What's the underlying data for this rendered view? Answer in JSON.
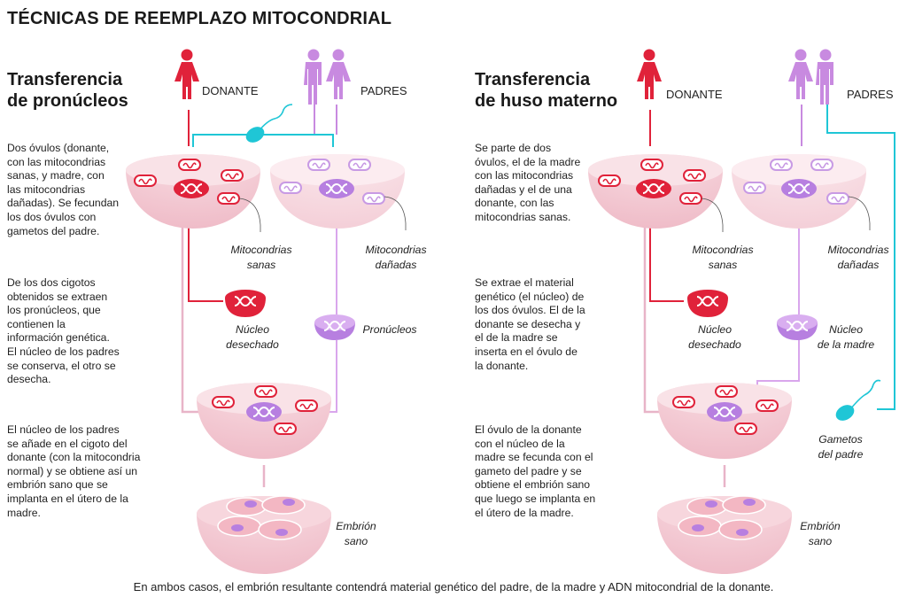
{
  "title": "TÉCNICAS DE REEMPLAZO MITOCONDRIAL",
  "left": {
    "heading": [
      "Transferencia",
      "de pronúcleos"
    ],
    "donor_label": "DONANTE",
    "parents_label": "PADRES",
    "paragraphs": [
      [
        "Dos óvulos (donante,",
        "con las mitocondrias",
        "sanas, y madre, con",
        "las mitocondrias",
        "dañadas). Se fecundan",
        "los dos óvulos con",
        "gametos del padre."
      ],
      [
        "De los dos cigotos",
        "obtenidos se extraen",
        "los pronúcleos, que",
        "contienen la",
        "información genética.",
        "El núcleo de los padres",
        "se conserva, el otro se",
        "desecha."
      ],
      [
        "El núcleo de los padres",
        "se añade en el cigoto del",
        "donante (con la mitocondria",
        "normal) y se obtiene así un",
        "embrión sano que se",
        "implanta en el útero de la",
        "madre."
      ]
    ],
    "label_healthy": [
      "Mitocondrias",
      "sanas"
    ],
    "label_damaged": [
      "Mitocondrias",
      "dañadas"
    ],
    "label_discarded": [
      "Núcleo",
      "desechado"
    ],
    "label_kept": [
      "Pronúcleos"
    ],
    "label_embryo": [
      "Embrión",
      "sano"
    ]
  },
  "right": {
    "heading": [
      "Transferencia",
      "de huso materno"
    ],
    "donor_label": "DONANTE",
    "parents_label": "PADRES",
    "paragraphs": [
      [
        "Se parte de dos",
        "óvulos, el de la madre",
        "con las mitocondrias",
        "dañadas y el de una",
        "donante, con las",
        "mitocondrias sanas."
      ],
      [
        "Se extrae el material",
        "genético (el núcleo) de",
        "los dos óvulos. El de la",
        "donante se desecha y",
        "el de la madre se",
        "inserta en el óvulo de",
        "la donante."
      ],
      [
        "El óvulo de la donante",
        "con el núcleo de la",
        "madre se fecunda con el",
        "gameto del padre y se",
        "obtiene el embrión sano",
        "que luego se implanta en",
        "el útero de la madre."
      ]
    ],
    "label_healthy": [
      "Mitocondrias",
      "sanas"
    ],
    "label_damaged": [
      "Mitocondrias",
      "dañadas"
    ],
    "label_discarded": [
      "Núcleo",
      "desechado"
    ],
    "label_kept": [
      "Núcleo",
      "de la madre"
    ],
    "label_gametes": [
      "Gametos",
      "del padre"
    ],
    "label_embryo": [
      "Embrión",
      "sano"
    ]
  },
  "footer": "En ambos casos, el embrión resultante contendrá material genético del padre, de la madre y ADN mitocondrial de la donante.",
  "colors": {
    "donor_red": "#e0223a",
    "parents_purple": "#c88ae0",
    "nucleus_purple": "#b77fe0",
    "egg_pink": "#f6d2d8",
    "egg_light": "#f9e3e8",
    "sperm_cyan": "#1fc6d6",
    "line_pink": "#e8b4c8"
  }
}
